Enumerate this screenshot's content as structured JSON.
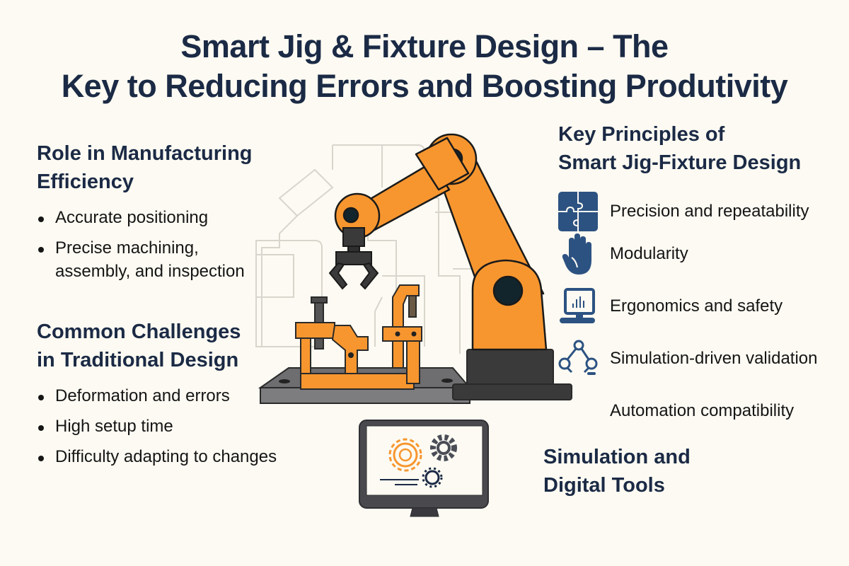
{
  "title": {
    "line1": "Smart Jig & Fixture Design – The",
    "line2": "Key to Reducing Errors and Boosting Produtivity"
  },
  "colors": {
    "background": "#fcfaf2",
    "heading": "#1b2a45",
    "accent_orange": "#f7962f",
    "icon_blue": "#2c5282",
    "dark_gray": "#3a3a3a"
  },
  "role_section": {
    "heading_line1": "Role in Manufacturing",
    "heading_line2": "Efficiency",
    "bullets": [
      "Accurate positioning",
      "Precise machining, assembly, and inspection"
    ]
  },
  "challenges_section": {
    "heading_line1": "Common Challenges",
    "heading_line2": "in Traditional Design",
    "bullets": [
      "Deformation and errors",
      "High setup time",
      "Difficulty adapting to changes"
    ]
  },
  "principles_section": {
    "heading_line1": "Key Principles of",
    "heading_line2": "Smart Jig-Fixture Design",
    "items": [
      {
        "label": "Precision and repeatability",
        "icon": "puzzle-icon"
      },
      {
        "label": "Modularity",
        "icon": "hand-icon"
      },
      {
        "label": "Ergonomics and safety",
        "icon": "monitor-chart-icon"
      },
      {
        "label": "Simulation-driven validation",
        "icon": "network-nodes-icon"
      },
      {
        "label": "Automation compatibility",
        "icon": ""
      }
    ]
  },
  "simulation_section": {
    "heading_line1": "Simulation and",
    "heading_line2": "Digital Tools"
  }
}
